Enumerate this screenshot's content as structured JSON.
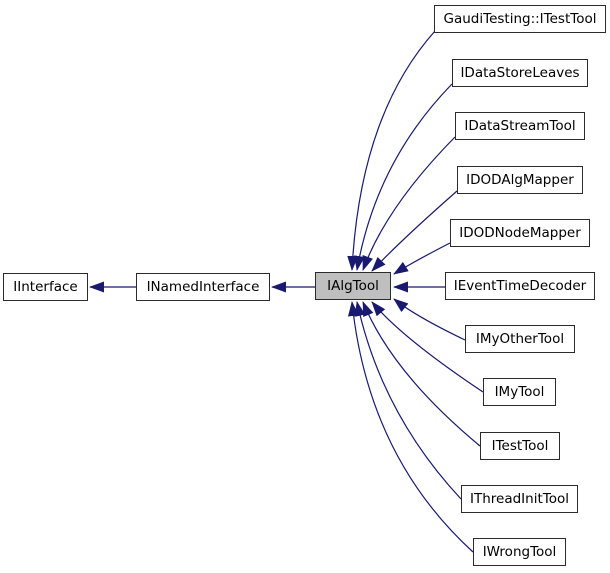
{
  "diagram": {
    "type": "class-inheritance-graph",
    "colors": {
      "background": "#ffffff",
      "edge": "#191970",
      "node_border": "#2b2b2b",
      "node_fill": "#ffffff",
      "highlight_fill": "#bfbfbf",
      "text": "#000000"
    },
    "base_chain": [
      {
        "label": "IInterface"
      },
      {
        "label": "INamedInterface"
      }
    ],
    "focus_node": {
      "label": "IAlgTool",
      "highlighted": true
    },
    "derived_nodes": [
      {
        "label": "GaudiTesting::ITestTool"
      },
      {
        "label": "IDataStoreLeaves"
      },
      {
        "label": "IDataStreamTool"
      },
      {
        "label": "IDODAlgMapper"
      },
      {
        "label": "IDODNodeMapper"
      },
      {
        "label": "IEventTimeDecoder"
      },
      {
        "label": "IMyOtherTool"
      },
      {
        "label": "IMyTool"
      },
      {
        "label": "ITestTool"
      },
      {
        "label": "IThreadInitTool"
      },
      {
        "label": "IWrongTool"
      }
    ]
  }
}
